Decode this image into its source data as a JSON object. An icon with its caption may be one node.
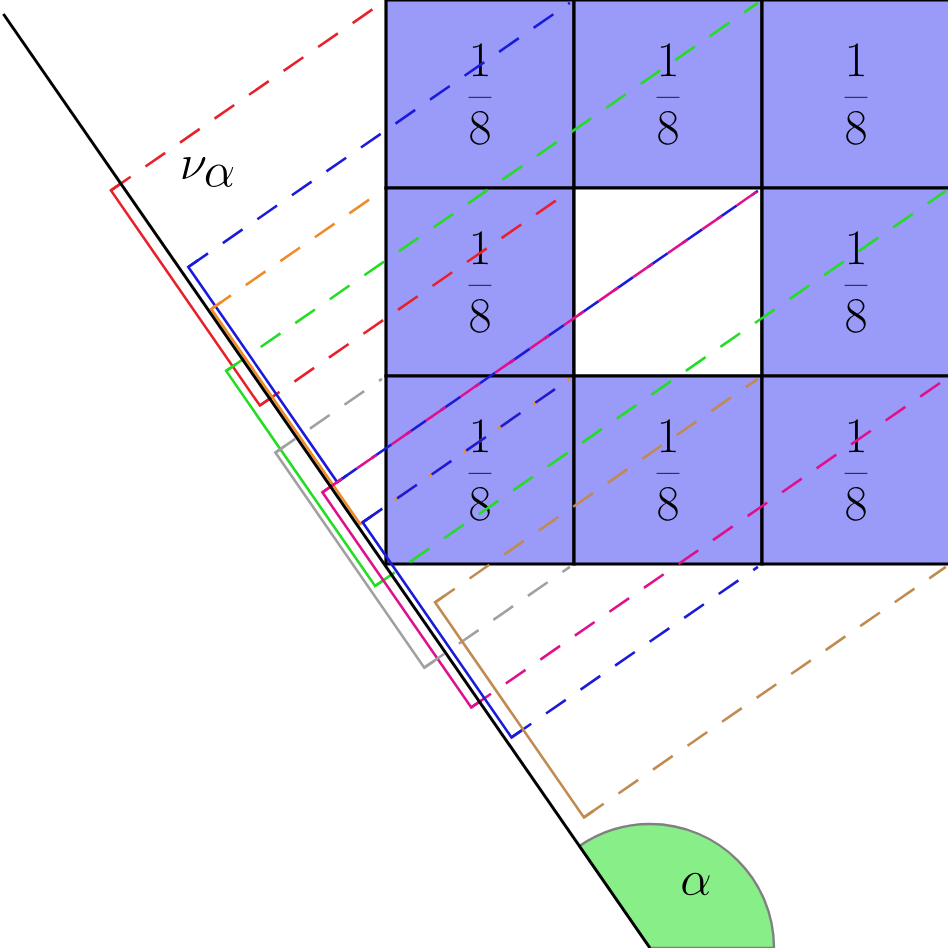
{
  "diagram": {
    "nodes": [
      {
        "text": [
          "\\frac{1}{8}"
        ]
      },
      {
        "text": [
          "\\frac{1}{8}"
        ]
      },
      {
        "text": [
          "\\frac{1}{8}"
        ]
      },
      {
        "text": [
          "\\frac{1}{8}"
        ]
      },
      {
        "text": [],
        "shape": "box"
      },
      {
        "text": [
          "\\frac{1}{8}"
        ]
      },
      {
        "text": [
          "\\frac{1}{8}"
        ]
      },
      {
        "text": [
          "\\frac{1}{8}"
        ]
      },
      {
        "text": [
          "\\frac{1}{8}"
        ]
      }
    ],
    "labels": [
      "\\nu_\\alpha",
      "\\alpha"
    ]
  }
}
